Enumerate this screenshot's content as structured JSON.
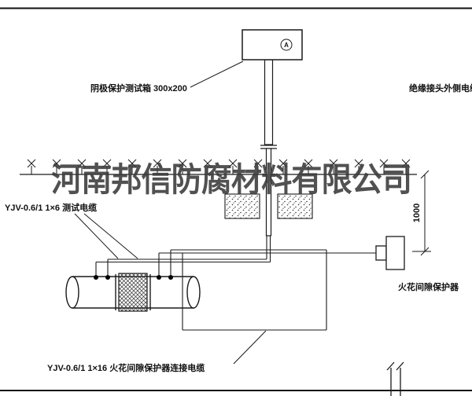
{
  "watermark": {
    "text": "河南邦信防腐材料有限公司"
  },
  "test_box": {
    "label": "阴极保护测试箱 300x200",
    "marker": "A"
  },
  "cables": {
    "outer_cable_label": "绝缘接头外侧电缆",
    "test_cable_label": "YJV-0.6/1 1×6  测试电缆",
    "connect_cable_label": "YJV-0.6/1 1×16  火花间隙保护器连接电缆"
  },
  "spark_gap": {
    "label": "火花间隙保护器"
  },
  "dimension": {
    "value": "1000"
  },
  "colors": {
    "line": "#1a1a1a",
    "watermark": "#3a3a3a",
    "background": "#ffffff"
  }
}
